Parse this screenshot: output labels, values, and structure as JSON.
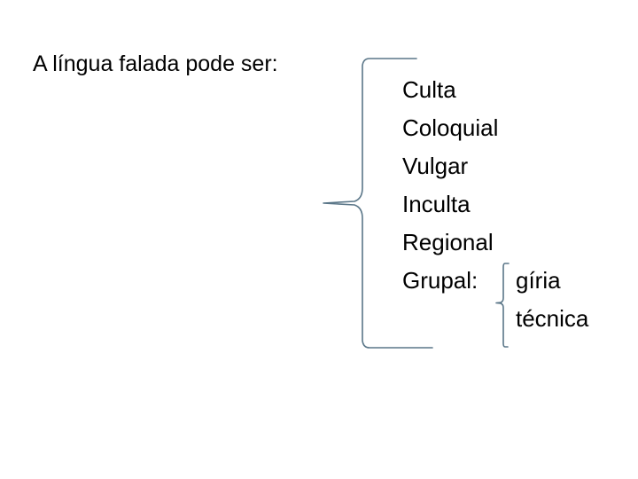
{
  "slide": {
    "background_color": "#ffffff",
    "text_color": "#000000",
    "brace_color": "#5a7688",
    "heading": "A língua falada pode ser:",
    "categories": [
      "Culta",
      "Coloquial",
      "Vulgar",
      "Inculta",
      "Regional"
    ],
    "grupal": {
      "label": "Grupal:",
      "subitems": [
        "gíria",
        "técnica"
      ]
    }
  }
}
